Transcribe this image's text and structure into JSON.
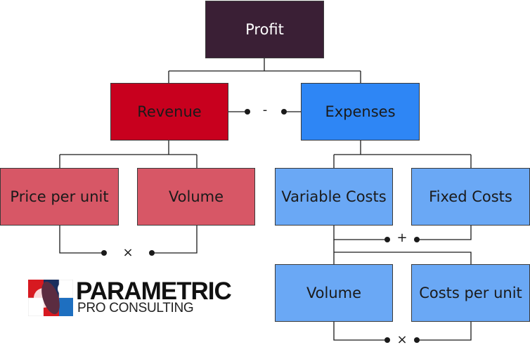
{
  "nodes": {
    "profit": "Profit",
    "revenue": "Revenue",
    "expenses": "Expenses",
    "price_per_unit": "Price per unit",
    "revenue_volume": "Volume",
    "variable_costs": "Variable Costs",
    "fixed_costs": "Fixed Costs",
    "expense_volume": "Volume",
    "costs_per_unit": "Costs per unit"
  },
  "operators": {
    "profit_op": "-",
    "revenue_op": "×",
    "expenses_op": "+",
    "variable_costs_op": "×"
  },
  "logo": {
    "name": "PARAMETRIC",
    "subtitle": "PRO CONSULTING"
  },
  "colors": {
    "profit": "#3a1f35",
    "revenue": "#c8001e",
    "expenses": "#2e86f5",
    "revenue_children": "#d75766",
    "expense_children": "#6aa8f5"
  }
}
